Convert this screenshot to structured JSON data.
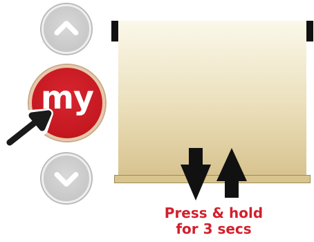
{
  "remote": {
    "up_button": {
      "icon": "chevron-up-icon",
      "color": "#c8c8c8"
    },
    "my_button": {
      "label": "my",
      "color": "#c41821"
    },
    "down_button": {
      "icon": "chevron-down-icon",
      "color": "#c8c8c8"
    }
  },
  "pointer": {
    "icon": "pointing-arrow-icon"
  },
  "shade": {
    "colors": {
      "top": "#fbf8ea",
      "bottom": "#d7c38f",
      "headrail": "#111111"
    },
    "arrows": {
      "icon": "up-down-arrows-icon"
    }
  },
  "caption": {
    "line1": "Press & hold",
    "line2": "for 3 secs",
    "color": "#d2202c"
  }
}
